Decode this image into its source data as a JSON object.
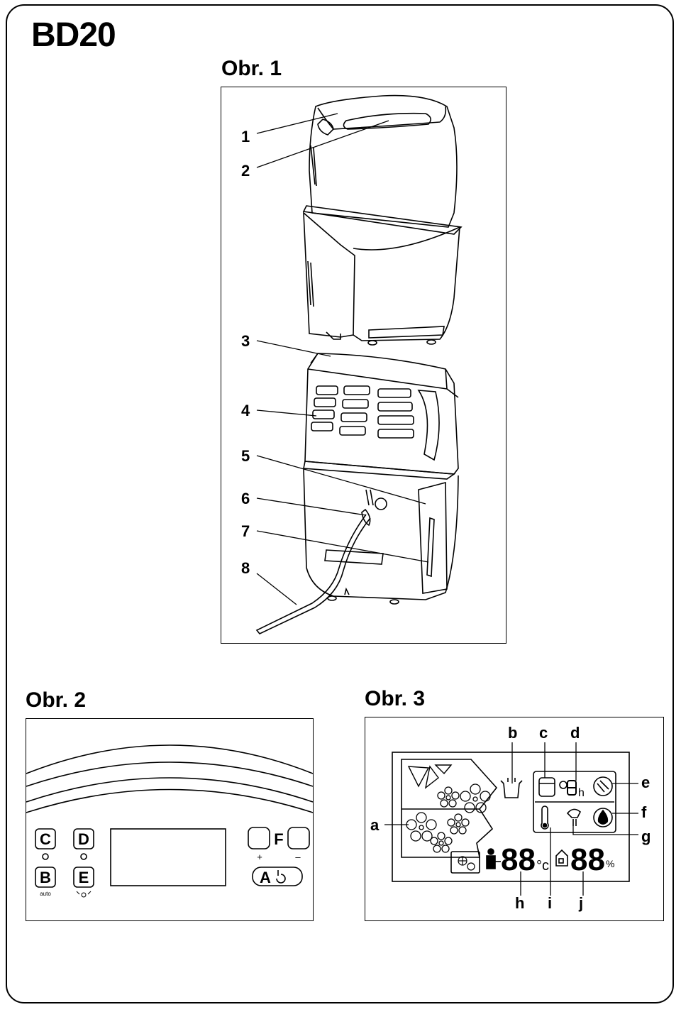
{
  "page": {
    "model": "BD20"
  },
  "figures": {
    "fig1": {
      "title": "Obr. 1",
      "callouts": [
        "1",
        "2",
        "3",
        "4",
        "5",
        "6",
        "7",
        "8"
      ]
    },
    "fig2": {
      "title": "Obr. 2",
      "buttons": {
        "c": "C",
        "d": "D",
        "b": "B",
        "e": "E",
        "f": "F",
        "a": "A",
        "plus": "+",
        "minus": "–",
        "auto": "auto"
      }
    },
    "fig3": {
      "title": "Obr. 3",
      "callouts": {
        "a": "a",
        "b": "b",
        "c": "c",
        "d": "d",
        "e": "e",
        "f": "f",
        "g": "g",
        "h": "h",
        "i": "i",
        "j": "j"
      },
      "display": {
        "temp_digits": "88",
        "temp_unit": "°c",
        "hum_digits": "88",
        "hum_unit": "%",
        "timer_digit": "8",
        "timer_unit": "h"
      }
    }
  },
  "colors": {
    "line": "#000000",
    "background": "#ffffff"
  }
}
